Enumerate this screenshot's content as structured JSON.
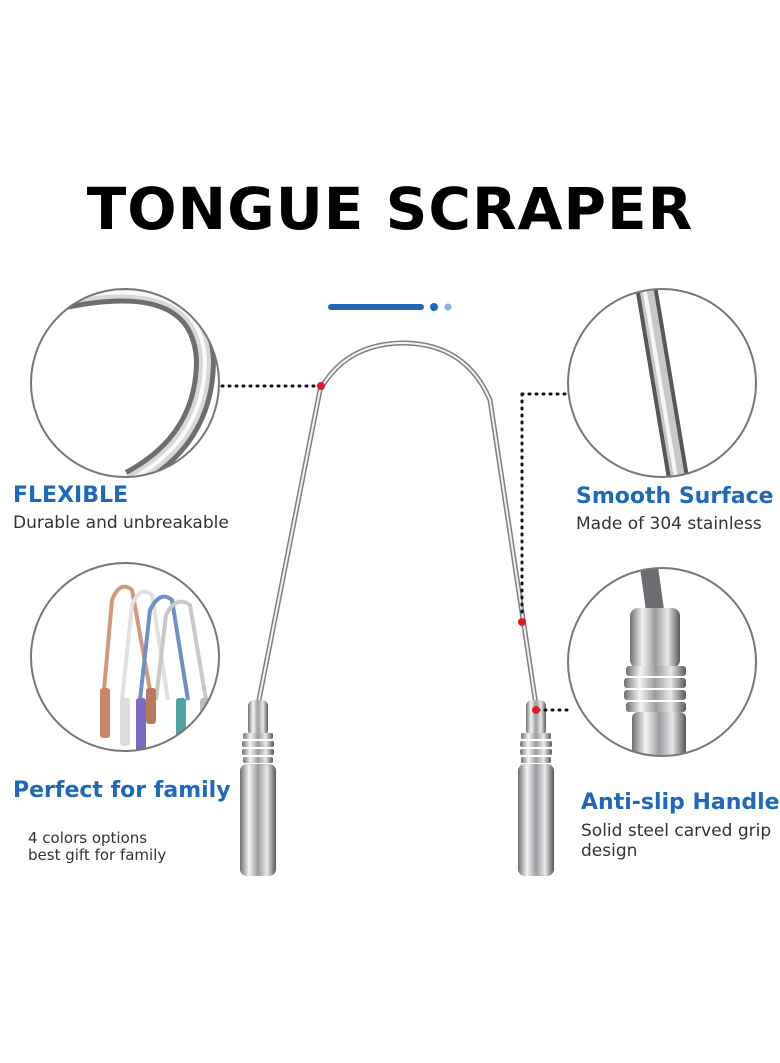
{
  "title": "TONGUE SCRAPER",
  "colors": {
    "accent": "#1f6ab8",
    "marker": "#d91e2a",
    "text": "#333333",
    "title": "#000000"
  },
  "features": {
    "flexible": {
      "title": "FLEXIBLE",
      "desc": "Durable and unbreakable"
    },
    "smooth": {
      "title": "Smooth Surface",
      "desc": "Made of 304 stainless"
    },
    "family": {
      "title": "Perfect for family",
      "desc_lines": [
        "4 colors options",
        "best gift for family"
      ]
    },
    "antislip": {
      "title": "Anti-slip Handle",
      "desc_lines": [
        "Solid steel carved grip",
        "design"
      ]
    }
  }
}
